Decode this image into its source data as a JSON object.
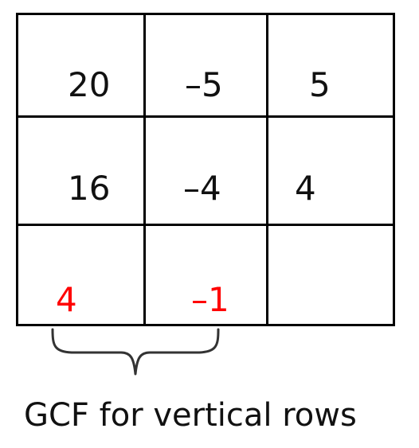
{
  "grid": {
    "rows": [
      {
        "cells": [
          "20",
          "–5",
          "5"
        ]
      },
      {
        "cells": [
          "16",
          "–4",
          "4"
        ]
      },
      {
        "cells": [
          "4",
          "–1",
          ""
        ]
      }
    ]
  },
  "caption": "GCF for vertical rows",
  "colors": {
    "highlight": "#ff0000",
    "text": "#111111",
    "lines": "#000000"
  }
}
